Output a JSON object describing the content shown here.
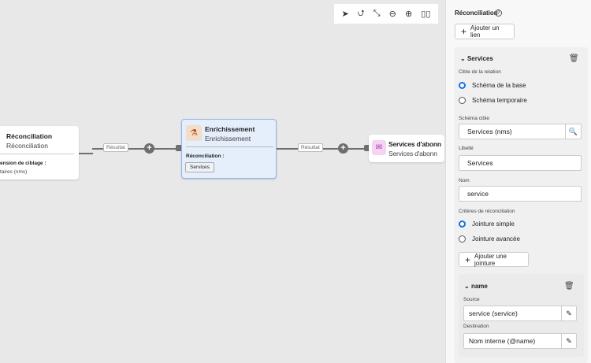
{
  "canvas": {
    "node_left": {
      "title": "Réconciliation",
      "subtitle": "Réconciliation",
      "section": "ension de ciblage :",
      "value": "taires (nms)"
    },
    "node_enrich": {
      "title": "Enrichissement",
      "subtitle": "Enrichissement",
      "section": "Réconciliation :",
      "tag": "Services"
    },
    "node_right": {
      "title": "Services d'abonn",
      "subtitle": "Services d'abonn"
    },
    "link_label_1": "Résultat",
    "link_label_2": "Résultat"
  },
  "panel": {
    "title": "Réconciliation",
    "add_link": "Ajouter un lien",
    "group": {
      "title": "Services",
      "relation_label": "Cible de la relation",
      "relation_options": [
        "Schéma de la base",
        "Schéma temporaire"
      ],
      "target_schema_label": "Schéma cible",
      "target_schema": "Services (nms)",
      "label_label": "Libellé",
      "label_value": "Services",
      "name_label": "Nom",
      "name_value": "service",
      "criteria_label": "Critères de réconciliation",
      "criteria_options": [
        "Jointure simple",
        "Jointure avancée"
      ],
      "add_join": "Ajouter une jointure",
      "join": {
        "title": "name",
        "source_label": "Source",
        "source": "service (service)",
        "dest_label": "Destination",
        "dest": "Nom interne (@name)"
      }
    }
  },
  "colors": {
    "accent": "#1473e6",
    "selected_node": "#e5eefb"
  }
}
